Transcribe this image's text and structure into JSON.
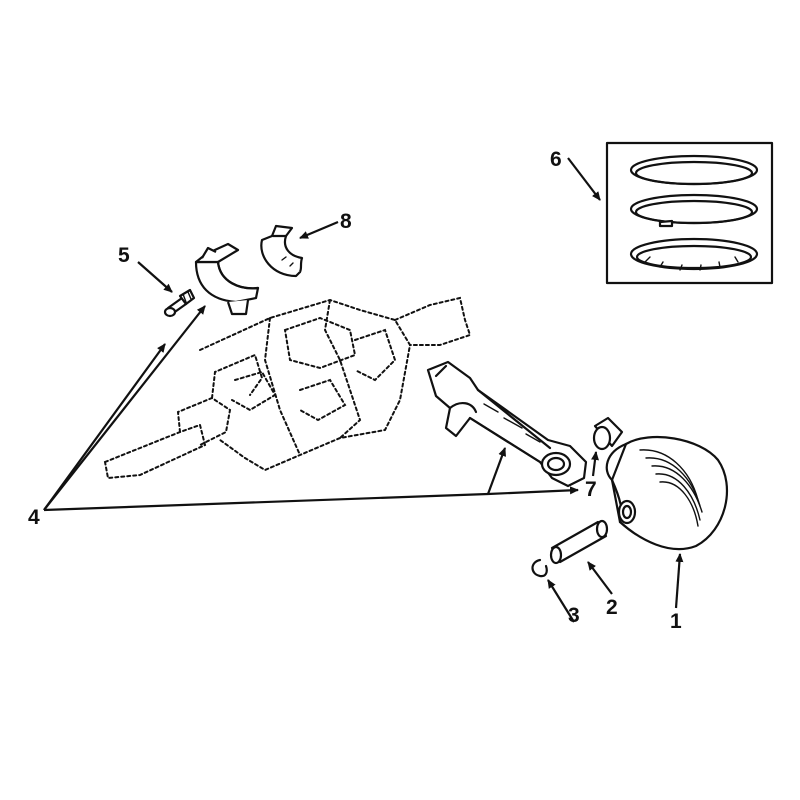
{
  "callouts": {
    "c1": "1",
    "c2": "2",
    "c3": "3",
    "c4": "4",
    "c5": "5",
    "c6": "6",
    "c7": "7",
    "c8": "8"
  },
  "colors": {
    "ink": "#111111",
    "background": "#ffffff"
  }
}
